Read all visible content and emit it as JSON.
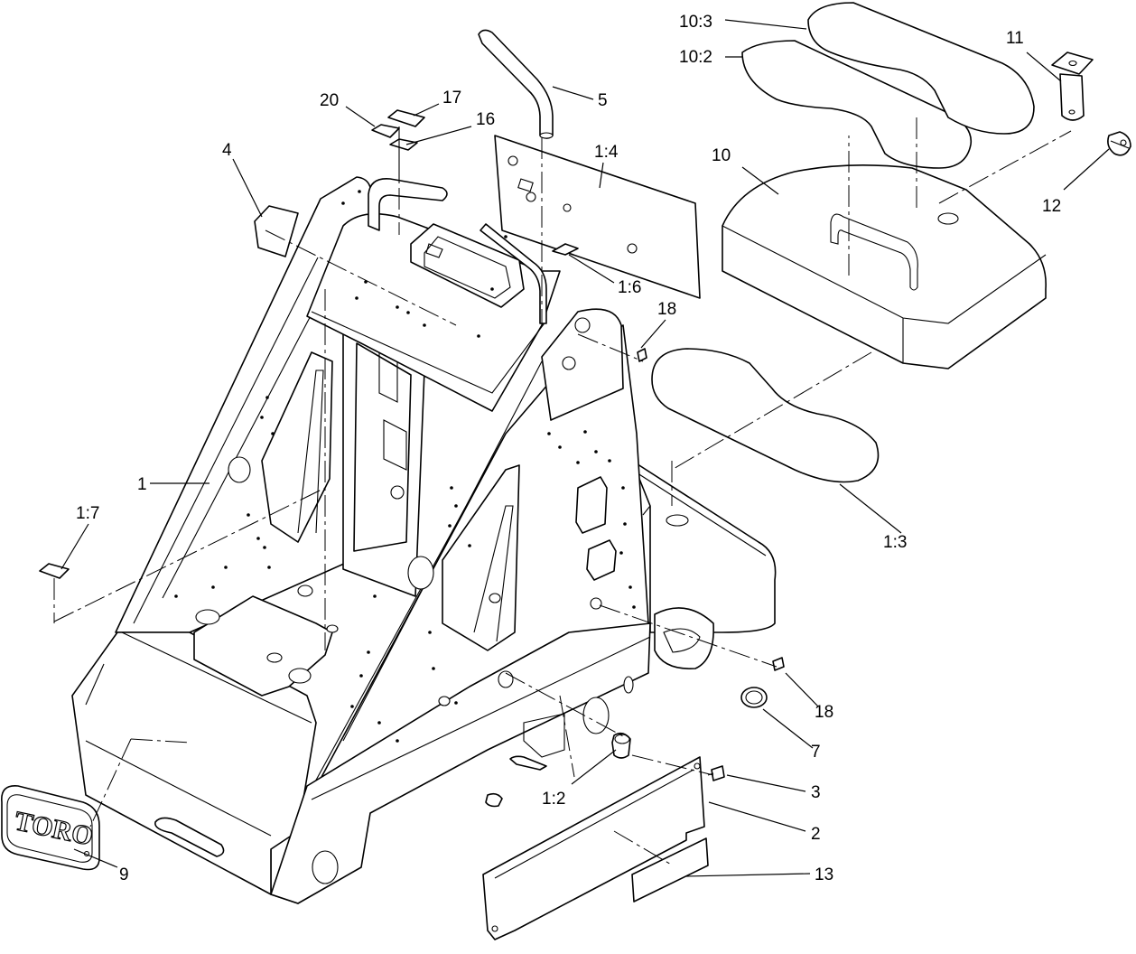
{
  "logo": {
    "text": "TORO"
  },
  "callouts": {
    "c10_3": "10:3",
    "c10_2": "10:2",
    "c11": "11",
    "c5": "5",
    "c20": "20",
    "c17": "17",
    "c16": "16",
    "c4": "4",
    "c1_4": "1:4",
    "c10": "10",
    "c12": "12",
    "c1_6": "1:6",
    "c18a": "18",
    "c1": "1",
    "c1_7": "1:7",
    "c1_3": "1:3",
    "c18b": "18",
    "c7": "7",
    "c3": "3",
    "c1_2": "1:2",
    "c2": "2",
    "c9": "9",
    "c13": "13"
  }
}
